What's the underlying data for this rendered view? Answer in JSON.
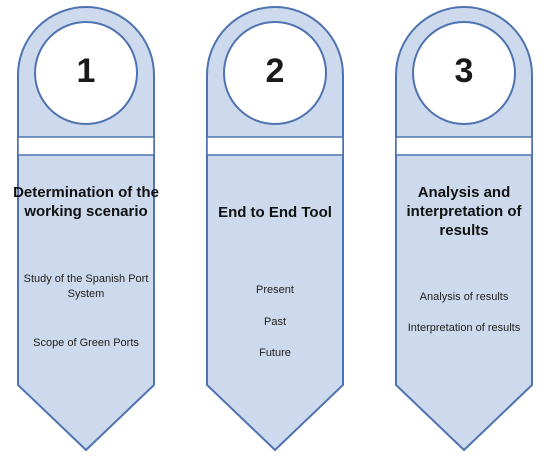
{
  "steps": [
    {
      "number": "1",
      "title": "Determination of the working scenario",
      "items": [
        "Study of the Spanish Port System",
        "Scope of Green Ports"
      ]
    },
    {
      "number": "2",
      "title": "End to End Tool",
      "items": [
        "Present",
        "Past",
        "Future"
      ]
    },
    {
      "number": "3",
      "title": "Analysis and interpretation of results",
      "items": [
        "Analysis of results",
        "Interpretation of results"
      ]
    }
  ],
  "colors": {
    "fill": "#cdd9ec",
    "stroke": "#4f73b0",
    "circle_fill": "#ffffff"
  }
}
